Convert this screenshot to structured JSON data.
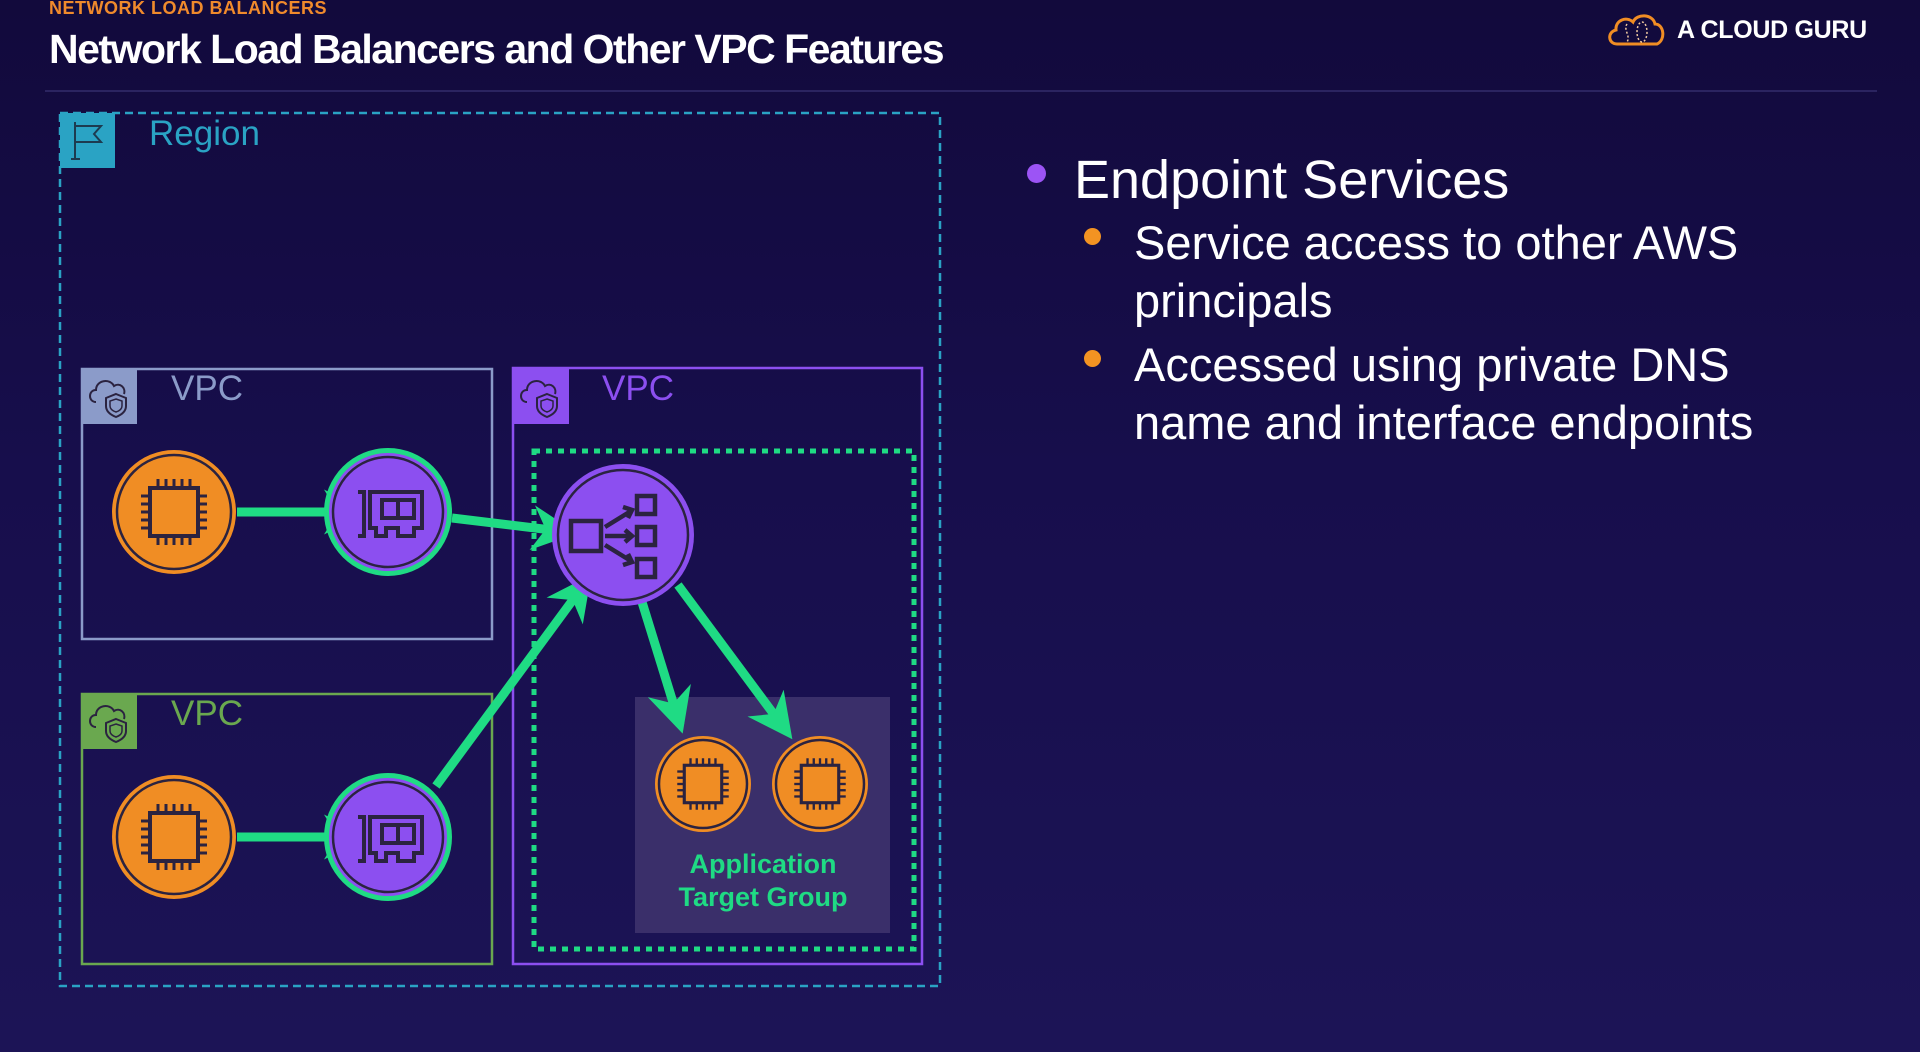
{
  "header": {
    "eyebrow": "NETWORK LOAD BALANCERS",
    "title": "Network Load Balancers and Other VPC Features",
    "logo_text": "A CLOUD GURU",
    "logo_icon": "cloud-guru-icon"
  },
  "diagram": {
    "region_label": "Region",
    "vpcs": [
      {
        "label": "VPC",
        "color": "#8b9bc9",
        "icon": "vpc-icon"
      },
      {
        "label": "VPC",
        "color": "#6aa84f",
        "icon": "vpc-icon"
      },
      {
        "label": "VPC",
        "color": "#8c4ff0",
        "icon": "vpc-icon"
      }
    ],
    "target_group_label_line1": "Application",
    "target_group_label_line2": "Target Group",
    "colors": {
      "region": "#2aa3c4",
      "accent_green": "#1fdb84",
      "ec2": "#f08d24",
      "endpoint": "#8c4ff0",
      "target_group_bg": "#3a2f6a"
    }
  },
  "bullets": {
    "main": "Endpoint Services",
    "sub": [
      {
        "line1": "Service access to other AWS",
        "line2": "principals"
      },
      {
        "line1": "Accessed using private DNS",
        "line2": "name and interface endpoints"
      }
    ]
  }
}
